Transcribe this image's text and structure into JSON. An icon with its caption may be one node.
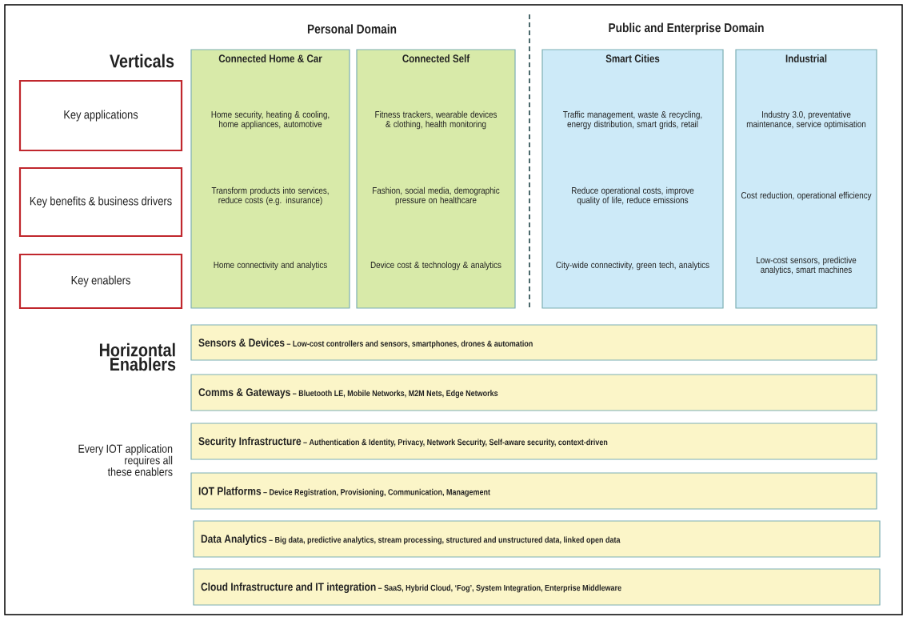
{
  "diagram": {
    "nodes": [
      {
        "text": [
          "Key applications"
        ]
      },
      {
        "text": [
          "Key benefits & business drivers"
        ]
      },
      {
        "text": [
          "Key enablers"
        ]
      },
      {
        "text": [
          "Connected Home & Car",
          "Home security, heating & cooling, home appliances, automotive",
          "Transform products into services, reduce costs (e.g. insurance)",
          "Home connectivity and analytics"
        ]
      },
      {
        "text": [
          "Connected Self",
          "Fitness trackers, wearable devices & clothing, health monitoring",
          "Fashion, social media, demographic pressure on healthcare",
          "Device cost & technology & analytics"
        ]
      },
      {
        "text": [
          "Smart Cities",
          "Traffic management, waste & recycling, energy distribution, smart grids, retail",
          "Reduce operational costs, improve quality of life, reduce emissions",
          "City-wide connectivity, green tech, analytics"
        ]
      },
      {
        "text": [
          "Industrial",
          "Industry 3.0, preventative maintenance, service optimisation",
          "Cost reduction, operational efficiency",
          "Low-cost sensors, predictive analytics, smart machines"
        ]
      },
      {
        "text": [
          "Sensors & Devices",
          "– Low-cost controllers and sensors, smartphones, drones & automation"
        ]
      },
      {
        "text": [
          "Comms & Gateways",
          "– Bluetooth LE, Mobile Networks, M2M Nets, Edge Networks"
        ]
      },
      {
        "text": [
          "Security Infrastructure",
          "– Authentication & Identity, Privacy, Network Security, Self-aware security, context-driven"
        ]
      },
      {
        "text": [
          "IOT Platforms",
          "– Device Registration, Provisioning, Communication, Management"
        ]
      },
      {
        "text": [
          "Data Analytics",
          "– Big data, predictive analytics, stream processing, structured and unstructured data, linked open data"
        ]
      },
      {
        "text": [
          "Cloud Infrastructure and IT integration",
          "– SaaS, Hybrid Cloud, ‘Fog’, System Integration, Enterprise Middleware"
        ]
      }
    ],
    "labels": [
      "Personal Domain",
      "Public and Enterprise Domain",
      "Verticals",
      "Horizontal Enablers",
      "Every IOT application requires all these enablers"
    ]
  }
}
